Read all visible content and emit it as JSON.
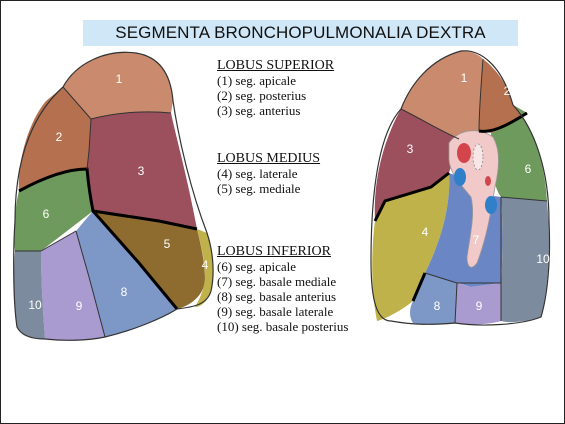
{
  "title": "SEGMENTA BRONCHOPULMONALIA DEXTRA",
  "lobes": [
    {
      "name": "LOBUS SUPERIOR",
      "items": [
        "(1)  seg. apicale",
        "(2)  seg. posterius",
        "(3)  seg. anterius"
      ]
    },
    {
      "name": "LOBUS MEDIUS",
      "items": [
        "(4)  seg. laterale",
        "(5)  seg. mediale"
      ]
    },
    {
      "name": "LOBUS INFERIOR",
      "items": [
        "(6)  seg. apicale",
        "(7)  seg. basale mediale",
        "(8)  seg. basale anterius",
        "(9)  seg. basale laterale",
        "(10) seg. basale posterius"
      ]
    }
  ],
  "segment_labels": {
    "left_view": [
      "1",
      "2",
      "3",
      "5",
      "4",
      "6",
      "10",
      "9",
      "8"
    ],
    "right_view": [
      "1",
      "2",
      "3",
      "6",
      "4",
      "7",
      "10",
      "8",
      "9"
    ]
  },
  "colors": {
    "seg1": "#c98a6e",
    "seg2": "#b5714f",
    "seg3": "#9c4f5c",
    "seg4": "#c0b24a",
    "seg5": "#8e6b2e",
    "seg6": "#6f9a5e",
    "seg7": "#6b86c4",
    "seg8": "#7d97c6",
    "seg9": "#a99ad0",
    "seg10": "#7d8b9e",
    "title_bg": "#cfe7f7"
  }
}
